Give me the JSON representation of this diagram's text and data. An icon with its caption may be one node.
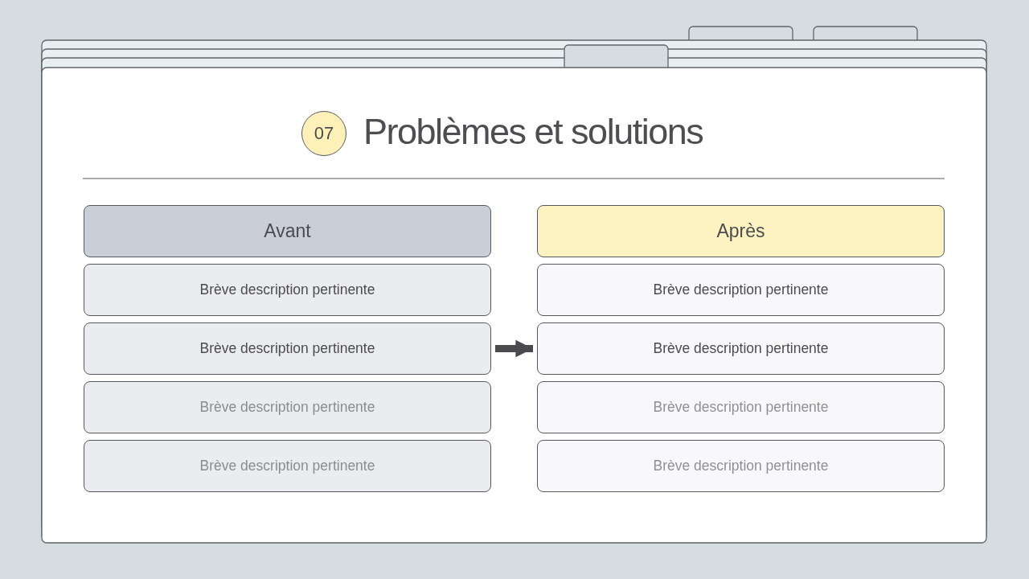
{
  "diagram": {
    "title": "Problèmes et solutions",
    "nodes": [
      {
        "text": [
          "07"
        ]
      },
      {
        "text": [
          "Avant"
        ]
      },
      {
        "text": [
          "Brève description pertinente"
        ]
      },
      {
        "text": [
          "Brève description pertinente"
        ]
      },
      {
        "text": [
          "Brève description pertinente"
        ]
      },
      {
        "text": [
          "Brève description pertinente"
        ]
      },
      {
        "text": [
          "Après"
        ]
      },
      {
        "text": [
          "Brève description pertinente"
        ]
      },
      {
        "text": [
          "Brève description pertinente"
        ]
      },
      {
        "text": [
          "Brève description pertinente"
        ]
      },
      {
        "text": [
          "Brève description pertinente"
        ]
      }
    ],
    "edges": [
      {
        "from": 3,
        "to": 8,
        "arrow": "to"
      }
    ]
  }
}
